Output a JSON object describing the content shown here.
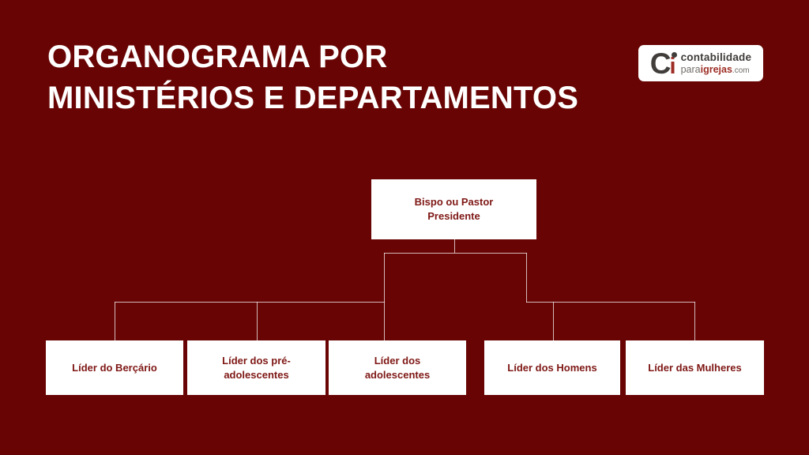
{
  "colors": {
    "background": "#680504",
    "title_text": "#ffffff",
    "node_background": "#ffffff",
    "node_text": "#7e1815",
    "connector_line": "rgba(255,255,255,0.72)",
    "logo_dark_gray": "#413d3b",
    "logo_gray": "#716b68",
    "logo_red": "#9d2d25"
  },
  "header": {
    "title_line1": "ORGANOGRAMA POR",
    "title_line2": "MINISTÉRIOS E DEPARTAMENTOS"
  },
  "logo": {
    "mark_c": "C",
    "mark_i": "i",
    "line1": "contabilidade",
    "line2_part1": "para",
    "line2_part2": "igrejas",
    "line2_part3": ".com"
  },
  "org": {
    "root": {
      "label": "Bispo ou Pastor\nPresidente"
    },
    "children": [
      {
        "label": "Líder do Berçário"
      },
      {
        "label": "Líder dos pré-\nadolescentes"
      },
      {
        "label": "Líder dos\nadolescentes"
      },
      {
        "label": "Líder dos Homens"
      },
      {
        "label": "Líder das Mulheres"
      }
    ]
  }
}
